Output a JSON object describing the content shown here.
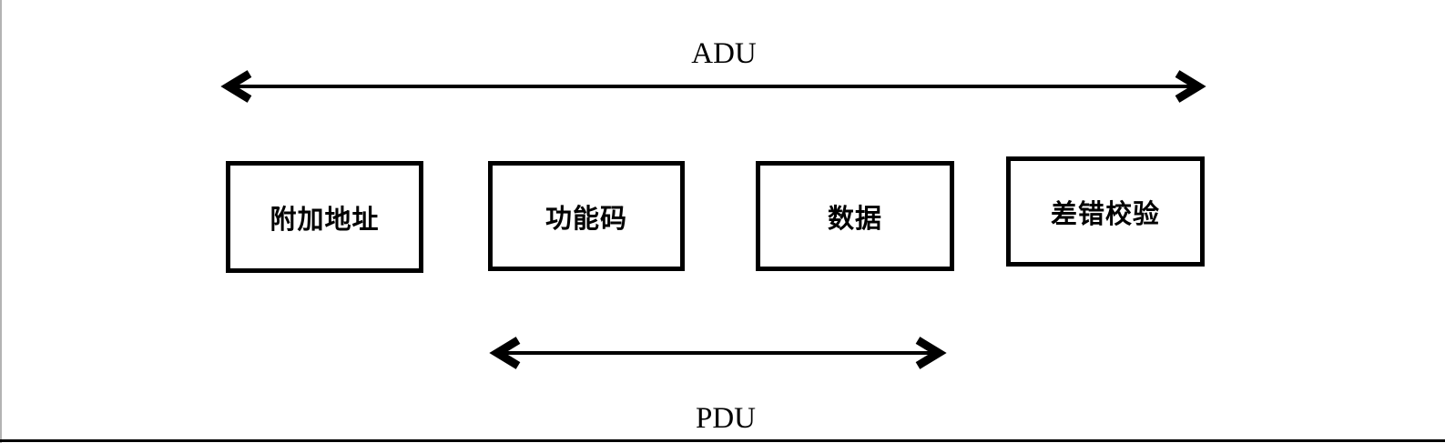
{
  "diagram": {
    "top_span_label": "ADU",
    "bottom_span_label": "PDU",
    "boxes": [
      {
        "label": "附加地址"
      },
      {
        "label": "功能码"
      },
      {
        "label": "数据"
      },
      {
        "label": "差错校验"
      }
    ],
    "colors": {
      "line": "#000000",
      "background": "#ffffff",
      "page_edge": "#b3b3b3"
    }
  }
}
